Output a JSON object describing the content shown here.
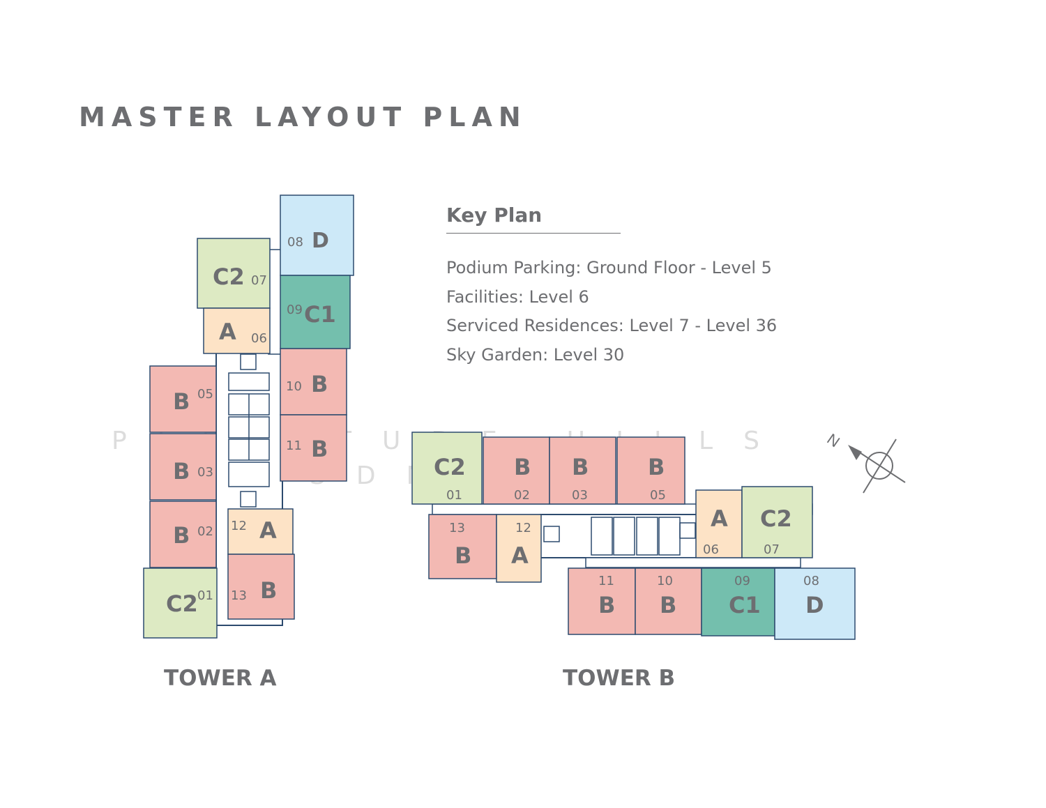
{
  "title": "MASTER LAYOUT PLAN",
  "key_plan": {
    "title": "Key Plan",
    "items": [
      "Podium Parking: Ground Floor - Level 5",
      "Facilities: Level 6",
      "Serviced Residences: Level 7 - Level 36",
      "Sky Garden: Level 30"
    ]
  },
  "colors": {
    "A": "#fde3c6",
    "B": "#f3b9b3",
    "C1": "#74bfad",
    "C2": "#ddeac3",
    "D": "#cde9f8",
    "text": "#6d6e71",
    "line": "#2c4a6e"
  },
  "watermark": {
    "line1": "PLENITUDE HILLS",
    "line2": "SDN BHD"
  },
  "compass": {
    "north_label": "N"
  },
  "towers": [
    {
      "label": "TOWER A",
      "units": [
        {
          "type": "D",
          "num": "08"
        },
        {
          "type": "C2",
          "num": "07"
        },
        {
          "type": "C1",
          "num": "09"
        },
        {
          "type": "A",
          "num": "06"
        },
        {
          "type": "B",
          "num": "05"
        },
        {
          "type": "B",
          "num": "10"
        },
        {
          "type": "B",
          "num": "03"
        },
        {
          "type": "B",
          "num": "11"
        },
        {
          "type": "B",
          "num": "02"
        },
        {
          "type": "A",
          "num": "12"
        },
        {
          "type": "C2",
          "num": "01"
        },
        {
          "type": "B",
          "num": "13"
        }
      ]
    },
    {
      "label": "TOWER B",
      "units": [
        {
          "type": "C2",
          "num": "01"
        },
        {
          "type": "B",
          "num": "02"
        },
        {
          "type": "B",
          "num": "03"
        },
        {
          "type": "B",
          "num": "05"
        },
        {
          "type": "B",
          "num": "13"
        },
        {
          "type": "A",
          "num": "12"
        },
        {
          "type": "A",
          "num": "06"
        },
        {
          "type": "C2",
          "num": "07"
        },
        {
          "type": "B",
          "num": "11"
        },
        {
          "type": "B",
          "num": "10"
        },
        {
          "type": "C1",
          "num": "09"
        },
        {
          "type": "D",
          "num": "08"
        }
      ]
    }
  ]
}
